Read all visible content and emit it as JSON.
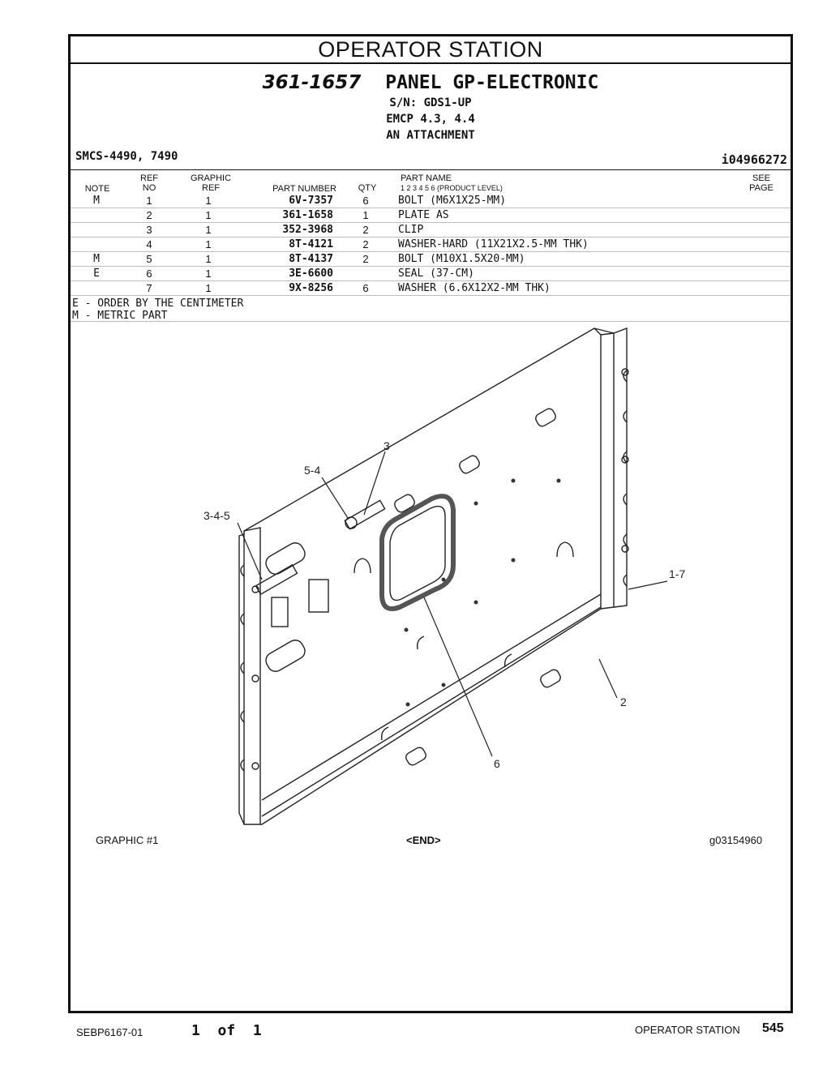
{
  "section_title": "OPERATOR STATION",
  "part_number": "361-1657",
  "part_title": "PANEL GP-ELECTRONIC",
  "serial": "S/N: GDS1-UP",
  "subtitle_1": "EMCP 4.3, 4.4",
  "subtitle_2": "AN ATTACHMENT",
  "smcs": "SMCS-4490, 7490",
  "illustration_id": "i04966272",
  "headers": {
    "note": "NOTE",
    "ref_top": "REF",
    "ref_bottom": "NO",
    "graphic_top": "GRAPHIC",
    "graphic_bottom": "REF",
    "part_number": "PART NUMBER",
    "qty": "QTY",
    "part_name": "PART NAME",
    "levels": "1   2   3   4   5   6   (PRODUCT LEVEL)",
    "see_top": "SEE",
    "see_bottom": "PAGE"
  },
  "rows": [
    {
      "note": "M",
      "ref": "1",
      "graphic": "1",
      "part_number": "6V-7357",
      "qty": "6",
      "name": "BOLT (M6X1X25-MM)"
    },
    {
      "note": "",
      "ref": "2",
      "graphic": "1",
      "part_number": "361-1658",
      "qty": "1",
      "name": "PLATE AS"
    },
    {
      "note": "",
      "ref": "3",
      "graphic": "1",
      "part_number": "352-3968",
      "qty": "2",
      "name": "CLIP"
    },
    {
      "note": "",
      "ref": "4",
      "graphic": "1",
      "part_number": "8T-4121",
      "qty": "2",
      "name": "WASHER-HARD (11X21X2.5-MM THK)"
    },
    {
      "note": "M",
      "ref": "5",
      "graphic": "1",
      "part_number": "8T-4137",
      "qty": "2",
      "name": "BOLT (M10X1.5X20-MM)"
    },
    {
      "note": "E",
      "ref": "6",
      "graphic": "1",
      "part_number": "3E-6600",
      "qty": "",
      "name": "SEAL (37-CM)"
    },
    {
      "note": "",
      "ref": "7",
      "graphic": "1",
      "part_number": "9X-8256",
      "qty": "6",
      "name": "WASHER (6.6X12X2-MM THK)"
    }
  ],
  "notes": [
    "E - ORDER BY THE CENTIMETER",
    "M - METRIC PART"
  ],
  "callouts": {
    "c3": "3",
    "c54": "5-4",
    "c345": "3-4-5",
    "c17": "1-7",
    "c2": "2",
    "c6": "6"
  },
  "graphic_caption": "GRAPHIC #1",
  "end_marker": "<END>",
  "graphic_id": "g03154960",
  "footer": {
    "doc_number": "SEBP6167-01",
    "page_of": "1  of  1",
    "section": "OPERATOR STATION",
    "page_number": "545"
  }
}
